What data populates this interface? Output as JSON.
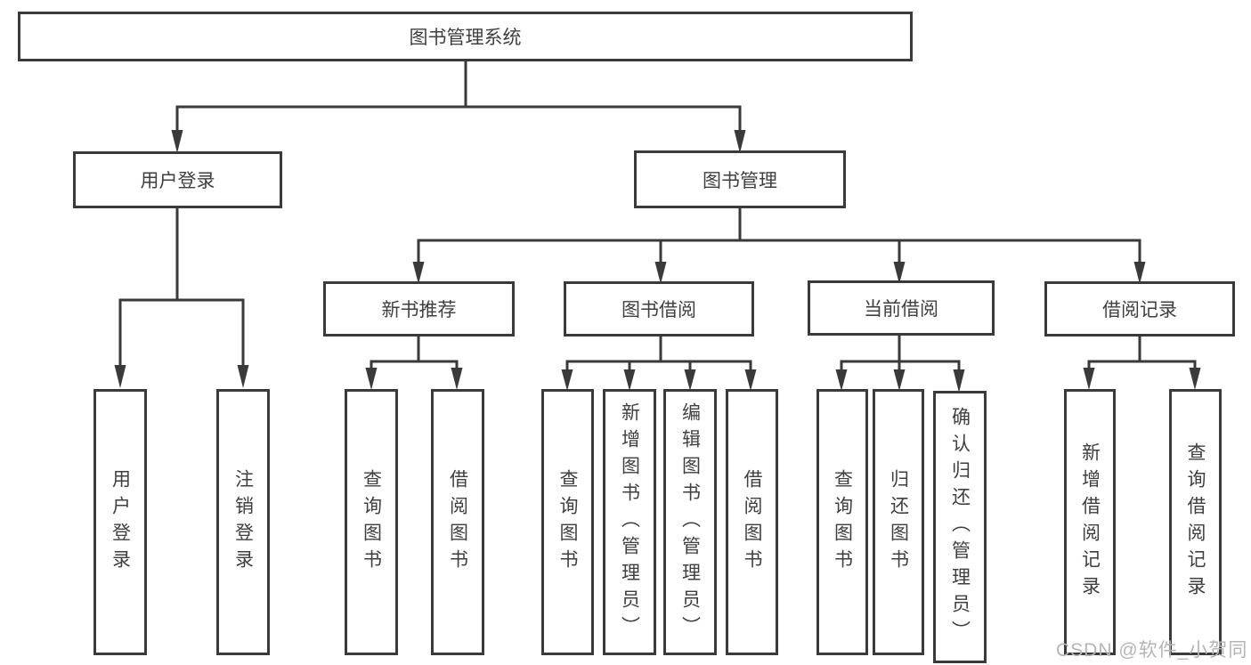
{
  "diagram": {
    "type": "function-structure-tree",
    "colors": {
      "line": "#3a3a3a",
      "box_border": "#3a3a3a",
      "text": "#3f3f3f",
      "background": "#ffffff",
      "watermark": "#b5b5b5"
    },
    "tree": {
      "label": "图书管理系统",
      "children": [
        {
          "label": "用户登录",
          "children": [
            {
              "label": "用户登录"
            },
            {
              "label": "注销登录"
            }
          ]
        },
        {
          "label": "图书管理",
          "children": [
            {
              "label": "新书推荐",
              "children": [
                {
                  "label": "查询图书"
                },
                {
                  "label": "借阅图书"
                }
              ]
            },
            {
              "label": "图书借阅",
              "children": [
                {
                  "label": "查询图书"
                },
                {
                  "label": "新增图书（管理员）"
                },
                {
                  "label": "编辑图书（管理员）"
                },
                {
                  "label": "借阅图书"
                }
              ]
            },
            {
              "label": "当前借阅",
              "children": [
                {
                  "label": "查询图书"
                },
                {
                  "label": "归还图书"
                },
                {
                  "label": "确认归还（管理员）"
                }
              ]
            },
            {
              "label": "借阅记录",
              "children": [
                {
                  "label": "新增借阅记录"
                },
                {
                  "label": "查询借阅记录"
                }
              ]
            }
          ]
        }
      ]
    },
    "watermark": {
      "text": "CSDN @软件_小贺同学"
    }
  }
}
